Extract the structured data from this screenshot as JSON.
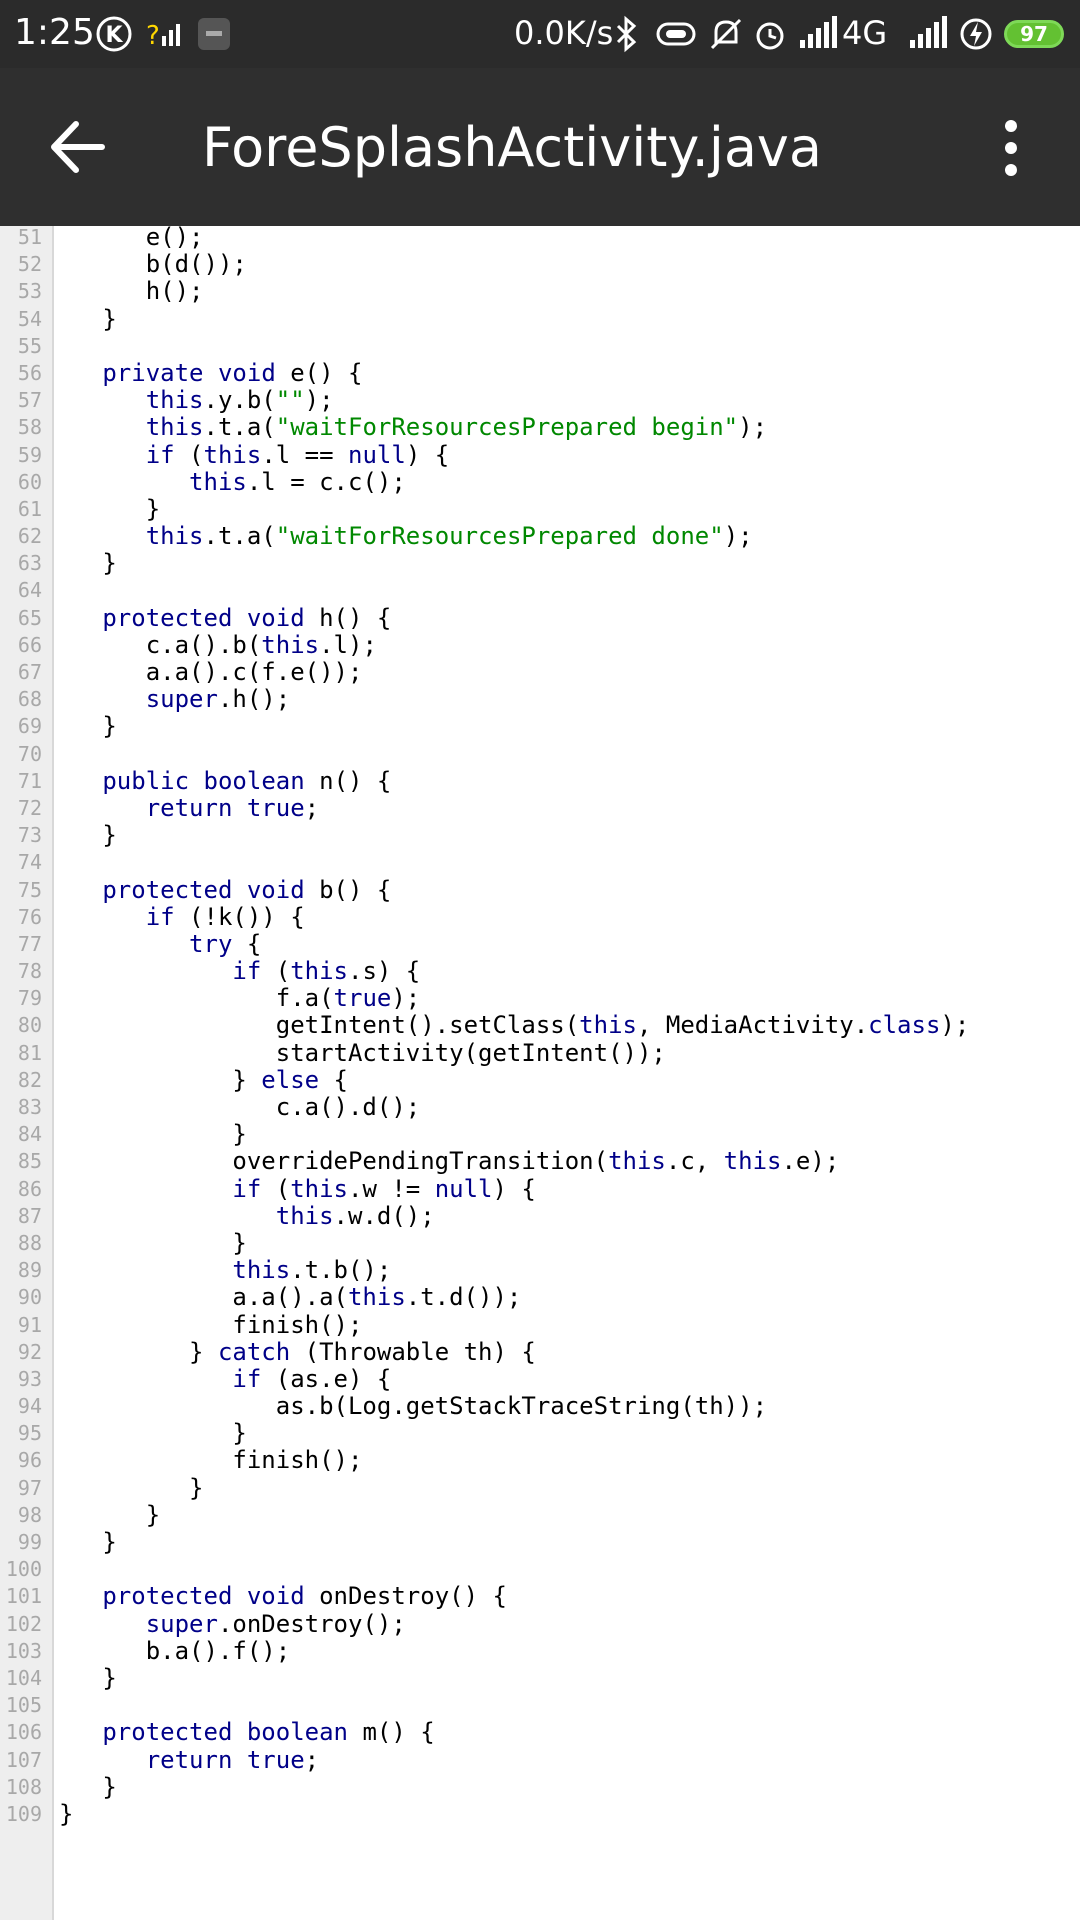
{
  "status_bar": {
    "time": "1:25",
    "net_speed": "0.0K/s",
    "network_type": "4G",
    "battery": "97",
    "icons": [
      "k-app-icon",
      "wifi-unknown-icon",
      "notification-icon",
      "bluetooth-icon",
      "vibrate-icon",
      "mute-icon",
      "alarm-icon",
      "signal-icon",
      "signal-icon-2",
      "charging-icon",
      "battery-icon"
    ]
  },
  "app_bar": {
    "title": "ForeSplashActivity.java",
    "back_icon": "arrow-left-icon",
    "menu_icon": "more-vert-icon"
  },
  "code": {
    "lines": [
      {
        "n": "51",
        "src": "      e();"
      },
      {
        "n": "52",
        "src": "      b(d());"
      },
      {
        "n": "53",
        "src": "      h();"
      },
      {
        "n": "54",
        "src": "   }"
      },
      {
        "n": "55",
        "src": ""
      },
      {
        "n": "56",
        "src": "   private void e() {"
      },
      {
        "n": "57",
        "src": "      this.y.b(\"\");"
      },
      {
        "n": "58",
        "src": "      this.t.a(\"waitForResourcesPrepared begin\");"
      },
      {
        "n": "59",
        "src": "      if (this.l == null) {"
      },
      {
        "n": "60",
        "src": "         this.l = c.c();"
      },
      {
        "n": "61",
        "src": "      }"
      },
      {
        "n": "62",
        "src": "      this.t.a(\"waitForResourcesPrepared done\");"
      },
      {
        "n": "63",
        "src": "   }"
      },
      {
        "n": "64",
        "src": ""
      },
      {
        "n": "65",
        "src": "   protected void h() {"
      },
      {
        "n": "66",
        "src": "      c.a().b(this.l);"
      },
      {
        "n": "67",
        "src": "      a.a().c(f.e());"
      },
      {
        "n": "68",
        "src": "      super.h();"
      },
      {
        "n": "69",
        "src": "   }"
      },
      {
        "n": "70",
        "src": ""
      },
      {
        "n": "71",
        "src": "   public boolean n() {"
      },
      {
        "n": "72",
        "src": "      return true;"
      },
      {
        "n": "73",
        "src": "   }"
      },
      {
        "n": "74",
        "src": ""
      },
      {
        "n": "75",
        "src": "   protected void b() {"
      },
      {
        "n": "76",
        "src": "      if (!k()) {"
      },
      {
        "n": "77",
        "src": "         try {"
      },
      {
        "n": "78",
        "src": "            if (this.s) {"
      },
      {
        "n": "79",
        "src": "               f.a(true);"
      },
      {
        "n": "80",
        "src": "               getIntent().setClass(this, MediaActivity.class);"
      },
      {
        "n": "81",
        "src": "               startActivity(getIntent());"
      },
      {
        "n": "82",
        "src": "            } else {"
      },
      {
        "n": "83",
        "src": "               c.a().d();"
      },
      {
        "n": "84",
        "src": "            }"
      },
      {
        "n": "85",
        "src": "            overridePendingTransition(this.c, this.e);"
      },
      {
        "n": "86",
        "src": "            if (this.w != null) {"
      },
      {
        "n": "87",
        "src": "               this.w.d();"
      },
      {
        "n": "88",
        "src": "            }"
      },
      {
        "n": "89",
        "src": "            this.t.b();"
      },
      {
        "n": "90",
        "src": "            a.a().a(this.t.d());"
      },
      {
        "n": "91",
        "src": "            finish();"
      },
      {
        "n": "92",
        "src": "         } catch (Throwable th) {"
      },
      {
        "n": "93",
        "src": "            if (as.e) {"
      },
      {
        "n": "94",
        "src": "               as.b(Log.getStackTraceString(th));"
      },
      {
        "n": "95",
        "src": "            }"
      },
      {
        "n": "96",
        "src": "            finish();"
      },
      {
        "n": "97",
        "src": "         }"
      },
      {
        "n": "98",
        "src": "      }"
      },
      {
        "n": "99",
        "src": "   }"
      },
      {
        "n": "100",
        "src": ""
      },
      {
        "n": "101",
        "src": "   protected void onDestroy() {"
      },
      {
        "n": "102",
        "src": "      super.onDestroy();"
      },
      {
        "n": "103",
        "src": "      b.a().f();"
      },
      {
        "n": "104",
        "src": "   }"
      },
      {
        "n": "105",
        "src": ""
      },
      {
        "n": "106",
        "src": "   protected boolean m() {"
      },
      {
        "n": "107",
        "src": "      return true;"
      },
      {
        "n": "108",
        "src": "   }"
      },
      {
        "n": "109",
        "src": "}"
      }
    ]
  },
  "colors": {
    "status_bar_bg": "#2b2b2b",
    "app_bar_bg": "#2f2f2f",
    "keyword": "#000088",
    "string": "#008800",
    "line_number": "#a8a8a8",
    "gutter_bg": "#eeeeee",
    "battery": "#63c132"
  }
}
